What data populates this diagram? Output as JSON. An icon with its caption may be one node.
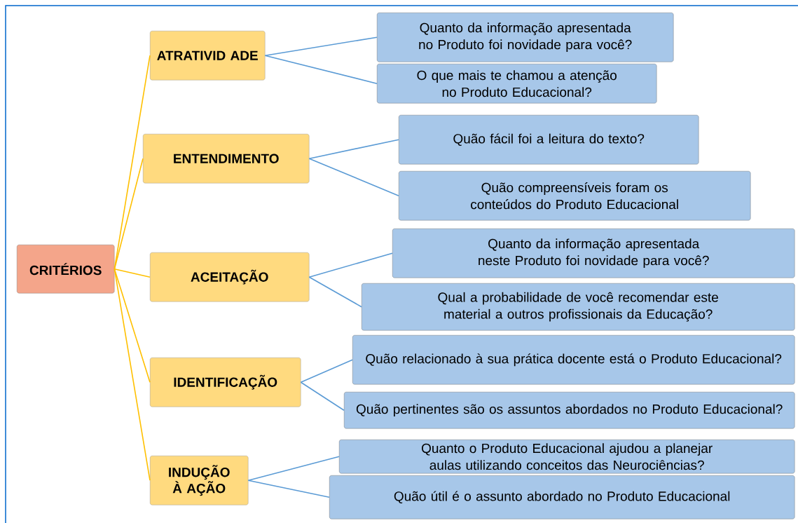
{
  "diagram": {
    "nodes": [
      {
        "text": [
          "CRITÉRIOS"
        ]
      },
      {
        "text": [
          "ATRATIVID ADE"
        ]
      },
      {
        "text": [
          "Quanto da informação apresentada no Produto foi novidade para você?"
        ]
      },
      {
        "text": [
          "O que mais te chamou a atenção no Produto Educacional?"
        ]
      },
      {
        "text": [
          "ENTENDIMENTO"
        ]
      },
      {
        "text": [
          "Quão fácil foi a leitura do texto?"
        ]
      },
      {
        "text": [
          "Quão compreensíveis foram os conteúdos do Produto Educacional"
        ]
      },
      {
        "text": [
          "ACEITAÇÃO"
        ]
      },
      {
        "text": [
          "Quanto da informação apresentada neste Produto foi novidade para você?"
        ]
      },
      {
        "text": [
          "Qual a probabilidade de você recomendar este material a outros profissionais da Educação?"
        ]
      },
      {
        "text": [
          "IDENTIFICAÇÃO"
        ]
      },
      {
        "text": [
          "Quão relacionado à sua prática docente está o Produto Educacional?"
        ]
      },
      {
        "text": [
          "Quão pertinentes são os assuntos abordados no Produto Educacional?"
        ]
      },
      {
        "text": [
          "INDUÇÃO À AÇÃO"
        ]
      },
      {
        "text": [
          "Quanto o Produto Educacional ajudou a planejar aulas utilizando conceitos das Neurociências?"
        ]
      },
      {
        "text": [
          "Quão útil é o assunto abordado no Produto Educacional"
        ]
      }
    ],
    "edges": [
      {
        "from": 0,
        "to": 1,
        "arrow": "none",
        "color": "#ffc000"
      },
      {
        "from": 0,
        "to": 4,
        "arrow": "none",
        "color": "#ffc000"
      },
      {
        "from": 0,
        "to": 7,
        "arrow": "none",
        "color": "#ffc000"
      },
      {
        "from": 0,
        "to": 10,
        "arrow": "none",
        "color": "#ffc000"
      },
      {
        "from": 0,
        "to": 13,
        "arrow": "none",
        "color": "#ffc000"
      },
      {
        "from": 1,
        "to": 2,
        "arrow": "none"
      },
      {
        "from": 1,
        "to": 3,
        "arrow": "none"
      },
      {
        "from": 4,
        "to": 5,
        "arrow": "none"
      },
      {
        "from": 4,
        "to": 6,
        "arrow": "none"
      },
      {
        "from": 7,
        "to": 8,
        "arrow": "none"
      },
      {
        "from": 7,
        "to": 9,
        "arrow": "none"
      },
      {
        "from": 10,
        "to": 11,
        "arrow": "none"
      },
      {
        "from": 10,
        "to": 12,
        "arrow": "none"
      },
      {
        "from": 13,
        "to": 14,
        "arrow": "none"
      },
      {
        "from": 13,
        "to": 15,
        "arrow": "none"
      }
    ]
  }
}
